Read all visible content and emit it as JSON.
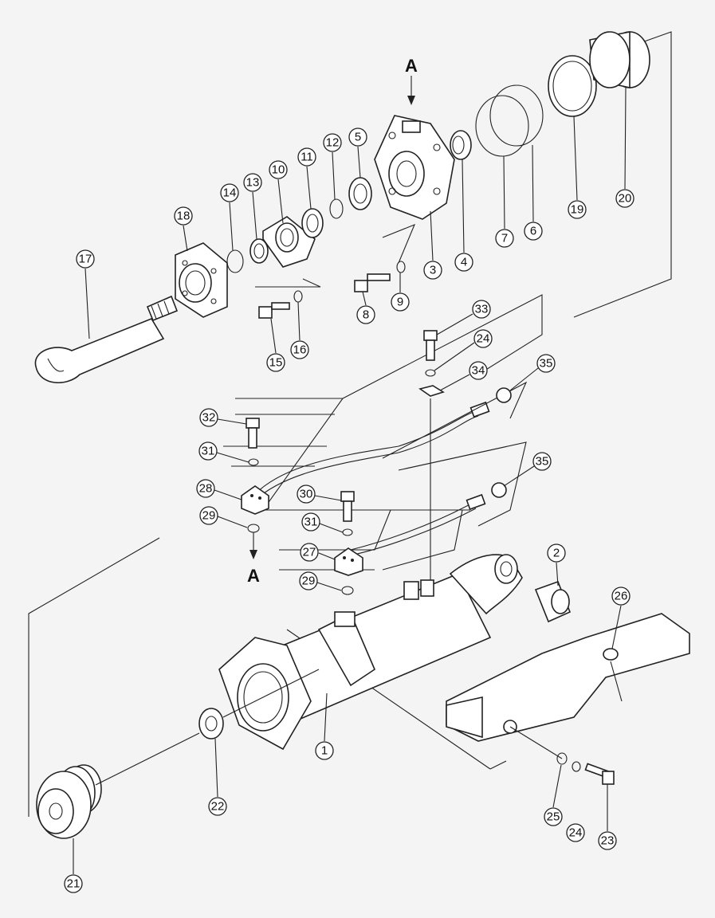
{
  "diagram": {
    "section_marker": "A",
    "callouts": [
      "1",
      "2",
      "3",
      "4",
      "5",
      "6",
      "7",
      "8",
      "9",
      "10",
      "11",
      "12",
      "13",
      "14",
      "15",
      "16",
      "17",
      "18",
      "19",
      "20",
      "21",
      "22",
      "23",
      "24",
      "24",
      "25",
      "26",
      "27",
      "28",
      "29",
      "29",
      "30",
      "31",
      "31",
      "32",
      "33",
      "34",
      "35",
      "35"
    ]
  }
}
